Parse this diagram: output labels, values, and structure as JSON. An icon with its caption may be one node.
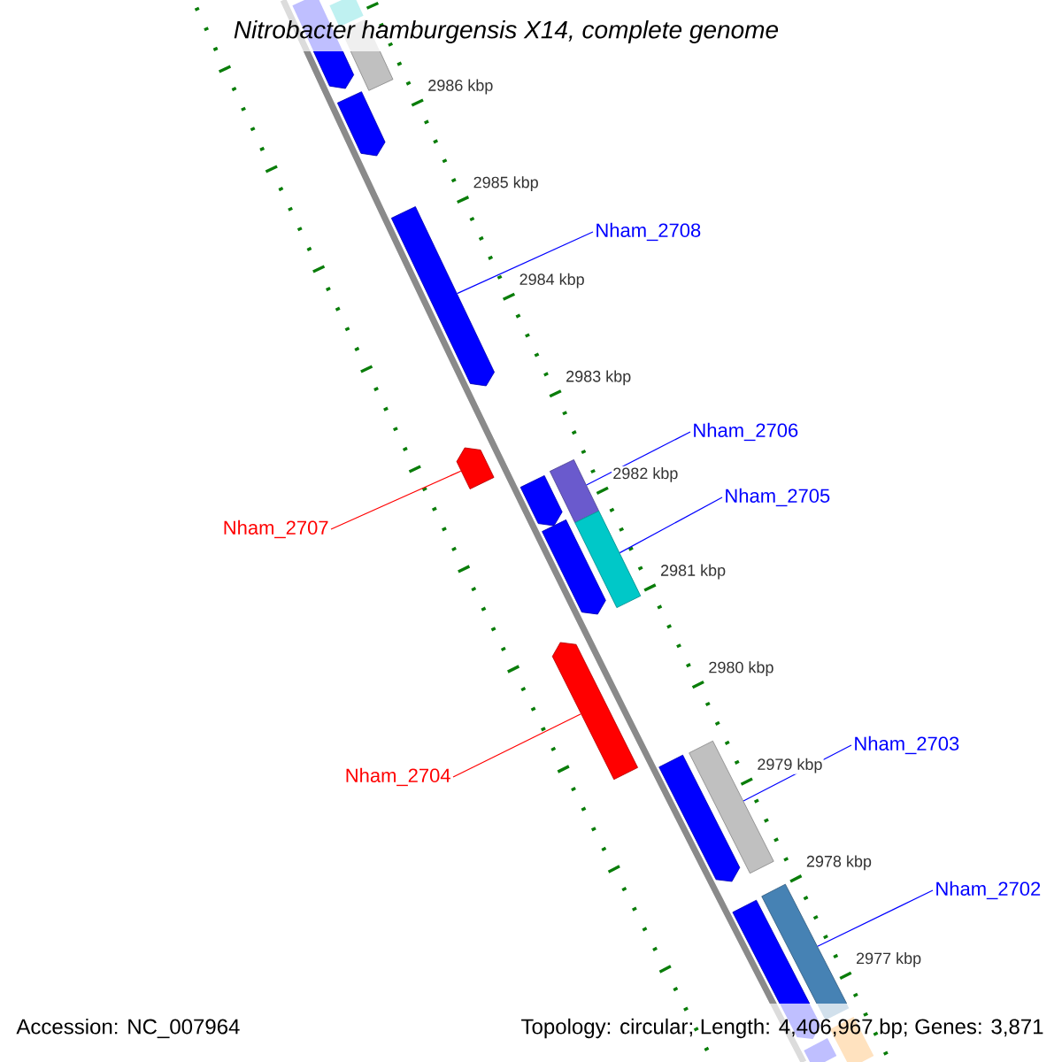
{
  "diagram": {
    "title": "Nitrobacter hamburgensis X14, complete genome",
    "nodes": [
      {
        "text": [
          "Nham_2708"
        ]
      },
      {
        "text": [],
        "shape": "bar"
      },
      {
        "text": [
          "Nham_2706"
        ]
      },
      {
        "text": [],
        "shape": "bar"
      },
      {
        "text": [
          "Nham_2707"
        ]
      },
      {
        "text": [],
        "shape": "bar"
      },
      {
        "text": [
          "Nham_2705"
        ]
      },
      {
        "text": [],
        "shape": "bar"
      },
      {
        "text": [
          "Nham_2704"
        ]
      },
      {
        "text": [],
        "shape": "bar"
      },
      {
        "text": [
          "Nham_2703"
        ]
      },
      {
        "text": [],
        "shape": "bar"
      },
      {
        "text": [
          "Nham_2702"
        ]
      },
      {
        "text": [],
        "shape": "bar"
      },
      {
        "text": [],
        "shape": "bar"
      },
      {
        "text": [],
        "shape": "bar"
      },
      {
        "text": [],
        "shape": "bar"
      },
      {
        "text": [],
        "shape": "bar"
      },
      {
        "text": [],
        "shape": "bar"
      },
      {
        "text": [],
        "shape": "bar"
      },
      {
        "text": [],
        "shape": "bar"
      },
      {
        "text": [],
        "shape": "bar"
      },
      {
        "text": [],
        "shape": "bar"
      },
      {
        "text": [],
        "shape": "bar"
      }
    ],
    "edges": [
      {
        "from": 0,
        "to": 1,
        "arrow": "none"
      },
      {
        "from": 2,
        "to": 3,
        "arrow": "none"
      },
      {
        "from": 4,
        "to": 5,
        "arrow": "none",
        "color": "#ff0000"
      },
      {
        "from": 6,
        "to": 7,
        "arrow": "none"
      },
      {
        "from": 8,
        "to": 9,
        "arrow": "none",
        "color": "#ff0000"
      },
      {
        "from": 10,
        "to": 11,
        "arrow": "none"
      },
      {
        "from": 12,
        "to": 13,
        "arrow": "none"
      }
    ],
    "labels": [
      "2986 kbp",
      "2985 kbp",
      "2984 kbp",
      "2983 kbp",
      "2982 kbp",
      "2981 kbp",
      "2980 kbp",
      "2979 kbp",
      "2978 kbp",
      "2977 kbp",
      "Accession: NC_007964",
      "Topology: circular; Length: 4,406,967 bp; Genes: 3,871"
    ]
  }
}
